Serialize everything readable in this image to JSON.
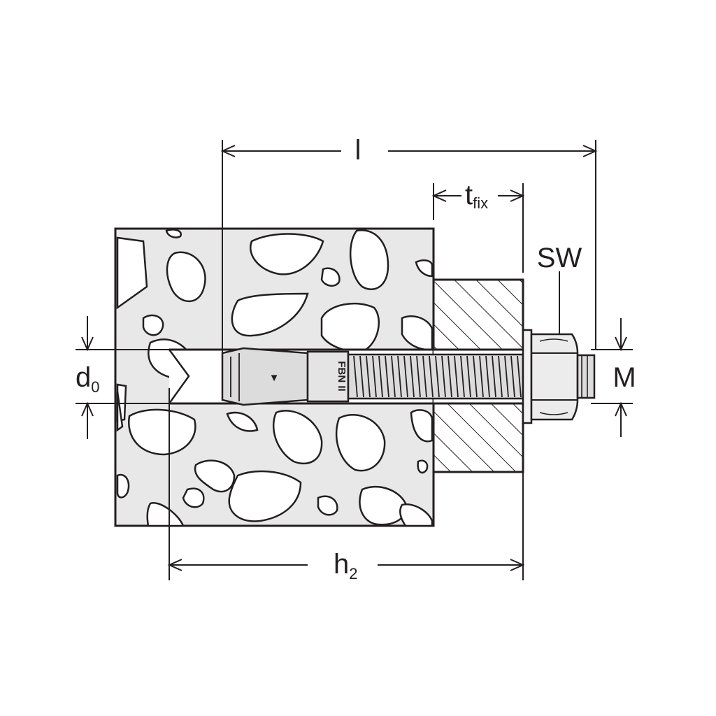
{
  "colors": {
    "line": "#231f20",
    "concrete": "#e8e8e8",
    "pebble": "#ffffff",
    "fixture": "#ffffff",
    "anchor": "#dcdcdc"
  },
  "labels": {
    "l": "l",
    "t_fix_main": "t",
    "t_fix_sub": "fix",
    "sw": "SW",
    "m": "M",
    "d0_main": "d",
    "d0_sub": "0",
    "h2_main": "h",
    "h2_sub": "2"
  },
  "anchor": {
    "stamp": "FBN II",
    "clip_mark": "▼"
  }
}
